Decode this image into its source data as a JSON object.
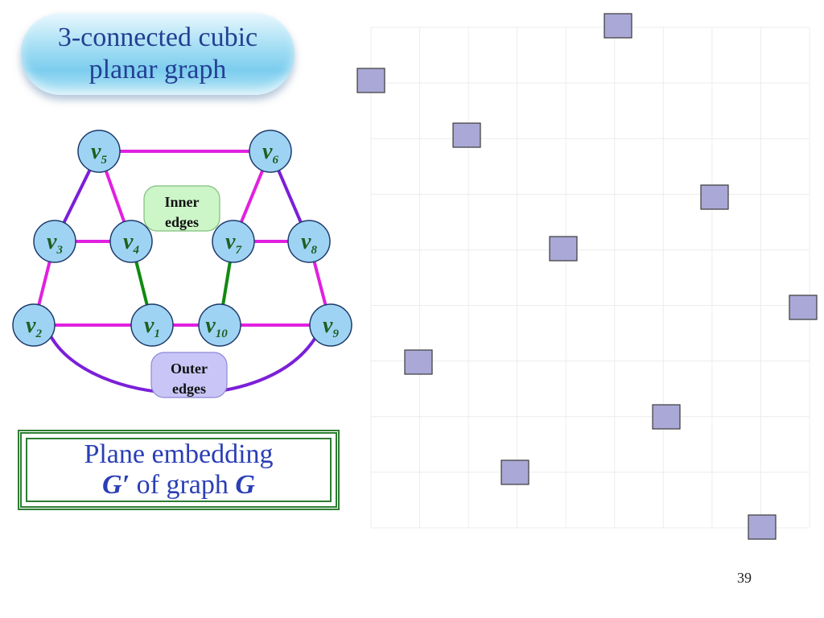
{
  "title": {
    "line1": "3-connected cubic",
    "line2": "planar graph"
  },
  "graph": {
    "vertices": [
      {
        "id": "v5",
        "base": "v",
        "sub": "5"
      },
      {
        "id": "v6",
        "base": "v",
        "sub": "6"
      },
      {
        "id": "v3",
        "base": "v",
        "sub": "3"
      },
      {
        "id": "v4",
        "base": "v",
        "sub": "4"
      },
      {
        "id": "v7",
        "base": "v",
        "sub": "7"
      },
      {
        "id": "v8",
        "base": "v",
        "sub": "8"
      },
      {
        "id": "v2",
        "base": "v",
        "sub": "2"
      },
      {
        "id": "v1",
        "base": "v",
        "sub": "1"
      },
      {
        "id": "v10",
        "base": "v",
        "sub": "10"
      },
      {
        "id": "v9",
        "base": "v",
        "sub": "9"
      }
    ],
    "edges": [
      {
        "from": "v5",
        "to": "v6",
        "color": "#e020e0"
      },
      {
        "from": "v5",
        "to": "v3",
        "color": "#7b1fd8"
      },
      {
        "from": "v5",
        "to": "v4",
        "color": "#e020e0"
      },
      {
        "from": "v6",
        "to": "v7",
        "color": "#e020e0"
      },
      {
        "from": "v6",
        "to": "v8",
        "color": "#7b1fd8"
      },
      {
        "from": "v3",
        "to": "v4",
        "color": "#e020e0"
      },
      {
        "from": "v7",
        "to": "v8",
        "color": "#e020e0"
      },
      {
        "from": "v3",
        "to": "v2",
        "color": "#e020e0"
      },
      {
        "from": "v4",
        "to": "v1",
        "color": "#118a11"
      },
      {
        "from": "v7",
        "to": "v10",
        "color": "#118a11"
      },
      {
        "from": "v8",
        "to": "v9",
        "color": "#e020e0"
      },
      {
        "from": "v2",
        "to": "v1",
        "color": "#e020e0"
      },
      {
        "from": "v1",
        "to": "v10",
        "color": "#e020e0"
      },
      {
        "from": "v10",
        "to": "v9",
        "color": "#e020e0"
      },
      {
        "from": "v2",
        "to": "v9",
        "color": "#7b1fd8",
        "curved": true
      }
    ],
    "inner_label": {
      "line1": "Inner",
      "line2": "edges"
    },
    "outer_label": {
      "line1": "Outer",
      "line2": "edges"
    },
    "colors": {
      "vertex_fill": "#9fd3f4",
      "vertex_text": "#1f5e1f",
      "inner_box": "#ccf5c8",
      "outer_box": "#c9c6f7"
    }
  },
  "caption": {
    "line1": "Plane embedding",
    "g_prime": "G′",
    "middle": " of graph ",
    "g": "G"
  },
  "grid": {
    "cell_color": "#ececec",
    "square_fill": "#a9a8d6",
    "square_border": "#3a3a3a",
    "squares_count": 10
  },
  "page_number": "39"
}
